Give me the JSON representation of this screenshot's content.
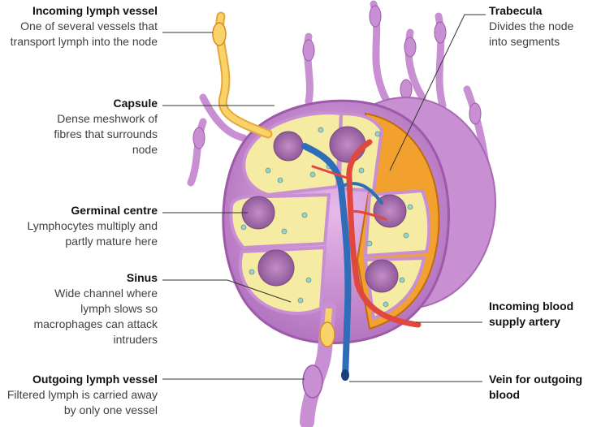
{
  "labels": {
    "incoming_lymph_vessel": {
      "title": "Incoming lymph vessel",
      "desc": "One of several vessels that transport lymph into the node"
    },
    "capsule": {
      "title": "Capsule",
      "desc": "Dense meshwork of fibres that surrounds node"
    },
    "germinal_centre": {
      "title": "Germinal centre",
      "desc": "Lymphocytes multiply and partly mature here"
    },
    "sinus": {
      "title": "Sinus",
      "desc": "Wide channel where lymph slows so macrophages can attack intruders"
    },
    "outgoing_lymph_vessel": {
      "title": "Outgoing lymph vessel",
      "desc": "Filtered lymph is carried away by only one vessel"
    },
    "trabecula": {
      "title": "Trabecula",
      "desc": "Divides the node into segments"
    },
    "incoming_blood": {
      "title": "Incoming blood supply artery",
      "desc": ""
    },
    "vein_outgoing": {
      "title": "Vein for outgoing blood",
      "desc": ""
    }
  },
  "colors": {
    "capsule_purple": "#c98fd3",
    "capsule_dark": "#9c5aa8",
    "cortex_yellow": "#f6eba2",
    "orange_segment": "#f2a12e",
    "lymph_vessel": "#f7d36a",
    "artery_red": "#e0483f",
    "vein_blue": "#2f6db8",
    "germinal_pink": "#b07ab8"
  }
}
